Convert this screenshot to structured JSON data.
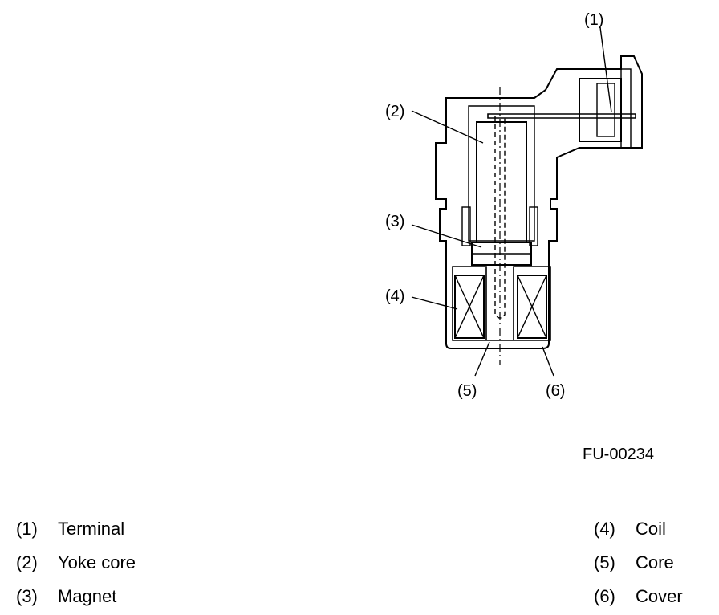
{
  "figure": {
    "id": "FU-00234",
    "callouts": [
      {
        "num": "(1)"
      },
      {
        "num": "(2)"
      },
      {
        "num": "(3)"
      },
      {
        "num": "(4)"
      },
      {
        "num": "(5)"
      },
      {
        "num": "(6)"
      }
    ]
  },
  "legend": {
    "left": [
      {
        "num": "(1)",
        "label": "Terminal"
      },
      {
        "num": "(2)",
        "label": "Yoke core"
      },
      {
        "num": "(3)",
        "label": "Magnet"
      }
    ],
    "right": [
      {
        "num": "(4)",
        "label": "Coil"
      },
      {
        "num": "(5)",
        "label": "Core"
      },
      {
        "num": "(6)",
        "label": "Cover"
      }
    ]
  }
}
